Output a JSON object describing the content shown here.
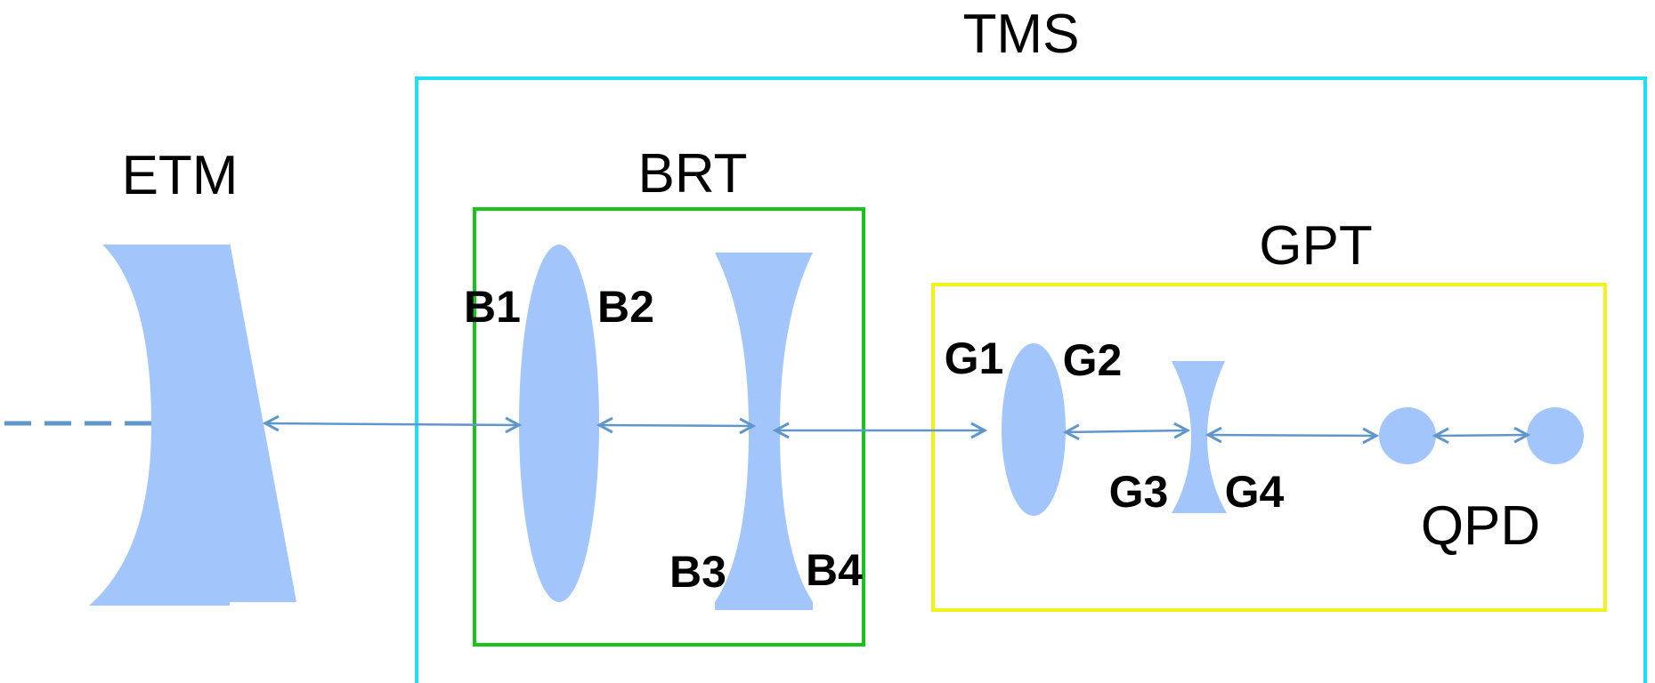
{
  "groups": {
    "tms": "TMS",
    "brt": "BRT",
    "gpt": "GPT"
  },
  "components": {
    "etm": "ETM",
    "qpd": "QPD"
  },
  "surfaces": {
    "b1": "B1",
    "b2": "B2",
    "b3": "B3",
    "b4": "B4",
    "g1": "G1",
    "g2": "G2",
    "g3": "G3",
    "g4": "G4"
  },
  "colors": {
    "tms_box": "#1ee0f2",
    "brt_box": "#19c21c",
    "gpt_box": "#f4f21c",
    "optic_fill": "#a2c6fb",
    "beam": "#6096c9"
  }
}
